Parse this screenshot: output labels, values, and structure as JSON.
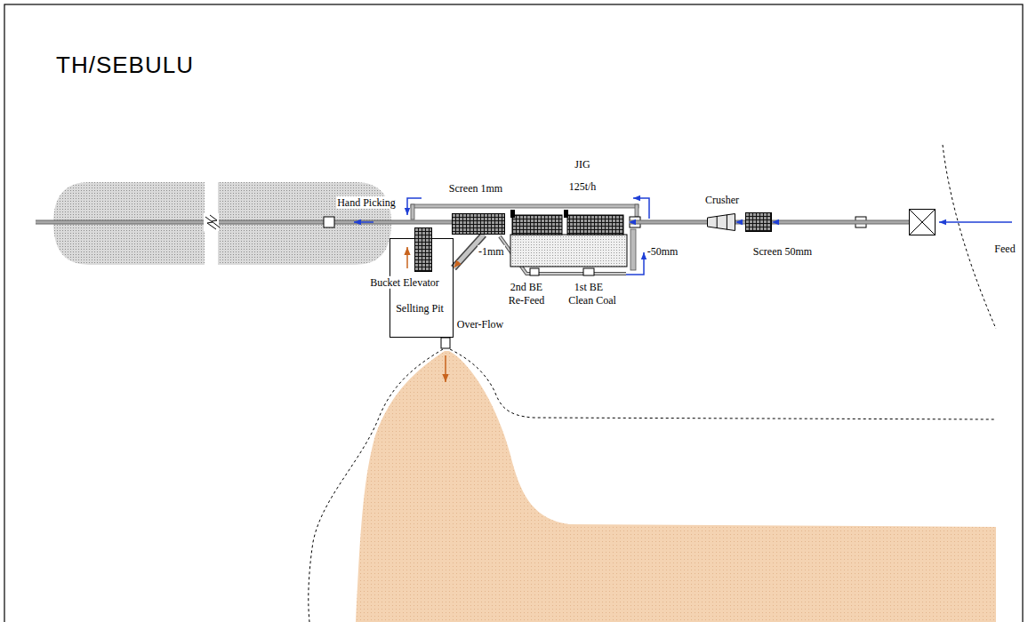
{
  "diagram": {
    "title": "TH/SEBULU",
    "nodes": [
      {
        "text": [
          "Sellting Pit"
        ]
      },
      {
        "text": [
          "Bucket Elevator"
        ],
        "in": 0
      },
      {
        "text": [
          "Screen 1mm"
        ]
      },
      {
        "text": [
          "JIG",
          "125t/h"
        ]
      },
      {
        "text": [
          "Crusher"
        ]
      },
      {
        "text": [
          "Screen 50mm"
        ]
      },
      {
        "text": [
          "Feed"
        ]
      }
    ],
    "edges": [
      {
        "from": 6,
        "to": 5,
        "arrow": "to"
      },
      {
        "from": 5,
        "to": 4,
        "arrow": "to"
      },
      {
        "from": 4,
        "to": 3,
        "arrow": "to"
      },
      {
        "from": 2,
        "to": 0,
        "arrow": "to",
        "label": "-1mm"
      }
    ],
    "labels": [
      "Hand Picking",
      "-50mm",
      "2nd BE",
      "1st BE",
      "Re-Feed",
      "Clean Coal",
      "Over-Flow"
    ]
  }
}
